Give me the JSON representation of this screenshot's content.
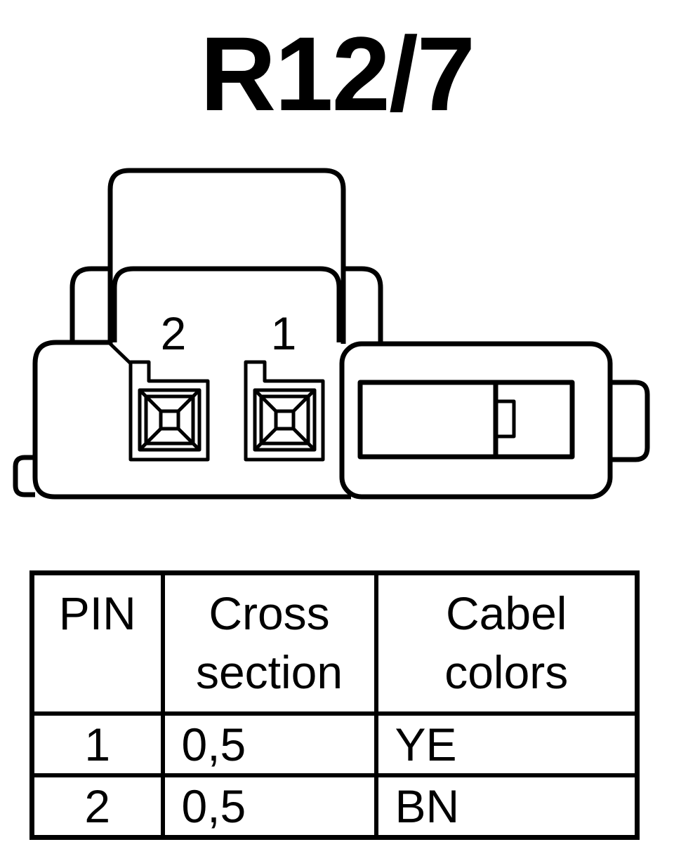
{
  "title": "R12/7",
  "diagram": {
    "pin_labels": [
      "2",
      "1"
    ]
  },
  "table": {
    "headers": [
      [
        "PIN"
      ],
      [
        "Cross",
        "section"
      ],
      [
        "Cabel",
        "colors"
      ]
    ],
    "rows": [
      {
        "pin": "1",
        "cross_section": "0,5",
        "color": "YE"
      },
      {
        "pin": "2",
        "cross_section": "0,5",
        "color": "BN"
      }
    ]
  }
}
